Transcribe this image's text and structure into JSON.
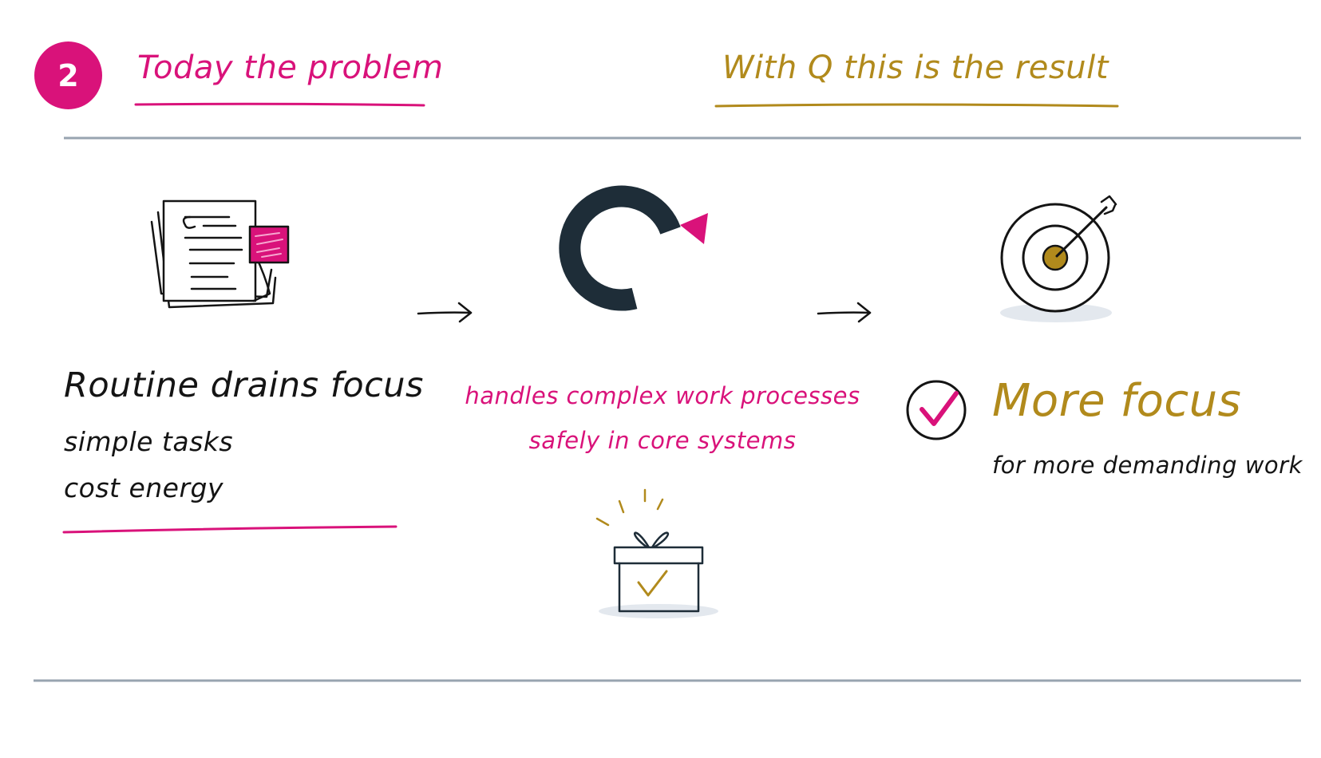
{
  "step": {
    "number": "2"
  },
  "headers": {
    "problem": "Today the problem",
    "result": "With Q this is the result"
  },
  "problem": {
    "title": "Routine drains focus",
    "lines": [
      "simple tasks",
      "cost energy"
    ]
  },
  "solution": {
    "lines": [
      "handles complex work processes",
      "safely in core systems"
    ]
  },
  "result": {
    "title": "More focus",
    "subtitle": "for more demanding work"
  },
  "icons": [
    "documents-icon",
    "arrow-right-icon",
    "q-logo-icon",
    "gift-box-icon",
    "target-icon",
    "check-circle-icon"
  ],
  "colors": {
    "magenta": "#d9127a",
    "gold": "#b18a1c",
    "navy": "#1e2d38",
    "ink": "#141414",
    "divider": "#98a4b0",
    "shadow": "#e3e8ee"
  }
}
